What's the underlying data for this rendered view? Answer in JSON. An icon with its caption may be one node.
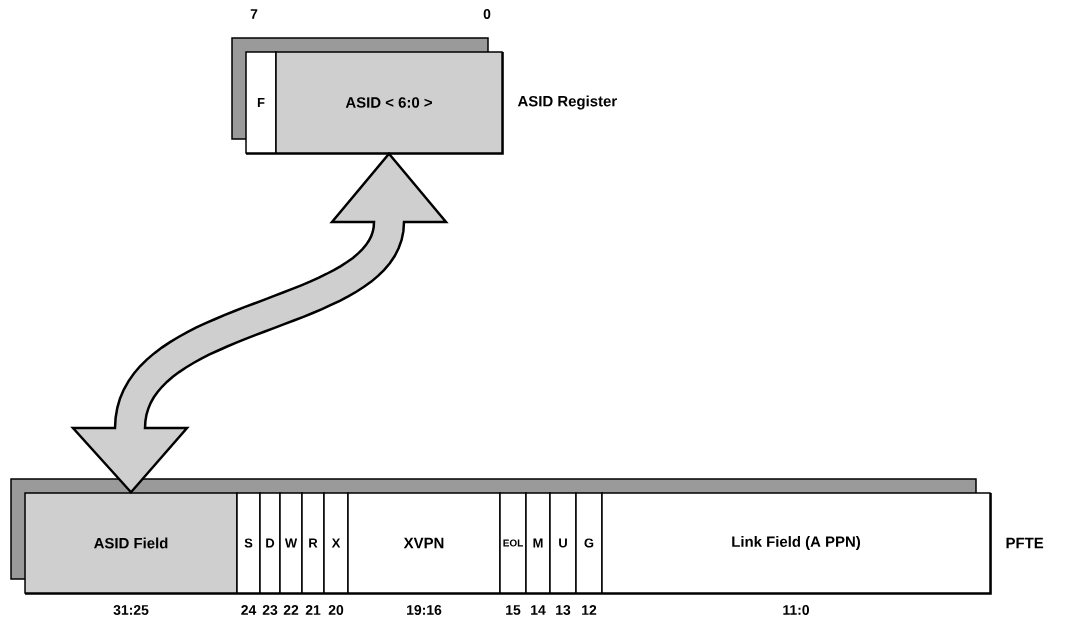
{
  "diagram": {
    "nodes": [
      {
        "text": [
          "ASID Register"
        ]
      },
      {
        "text": [
          "F"
        ],
        "in": 0
      },
      {
        "text": [
          "ASID < 6:0 >"
        ],
        "in": 0
      },
      {
        "text": [
          "PFTE"
        ]
      },
      {
        "text": [
          "ASID Field"
        ],
        "in": 3,
        "beside": [
          "31:25"
        ]
      },
      {
        "text": [
          "S"
        ],
        "in": 3,
        "beside": [
          "24"
        ]
      },
      {
        "text": [
          "D"
        ],
        "in": 3,
        "beside": [
          "23"
        ]
      },
      {
        "text": [
          "W"
        ],
        "in": 3,
        "beside": [
          "22"
        ]
      },
      {
        "text": [
          "R"
        ],
        "in": 3,
        "beside": [
          "21"
        ]
      },
      {
        "text": [
          "X"
        ],
        "in": 3,
        "beside": [
          "20"
        ]
      },
      {
        "text": [
          "XVPN"
        ],
        "in": 3,
        "beside": [
          "19:16"
        ]
      },
      {
        "text": [
          "EOL"
        ],
        "in": 3,
        "beside": [
          "15"
        ]
      },
      {
        "text": [
          "M"
        ],
        "in": 3,
        "beside": [
          "14"
        ]
      },
      {
        "text": [
          "U"
        ],
        "in": 3,
        "beside": [
          "13"
        ]
      },
      {
        "text": [
          "G"
        ],
        "in": 3,
        "beside": [
          "12"
        ]
      },
      {
        "text": [
          "Link Field  (A PPN)"
        ],
        "in": 3,
        "beside": [
          "11:0"
        ]
      }
    ],
    "edges": [
      {
        "from": 2,
        "to": 4,
        "arrow": "both",
        "style": "thick"
      }
    ],
    "labels": [
      "7",
      "0"
    ]
  }
}
